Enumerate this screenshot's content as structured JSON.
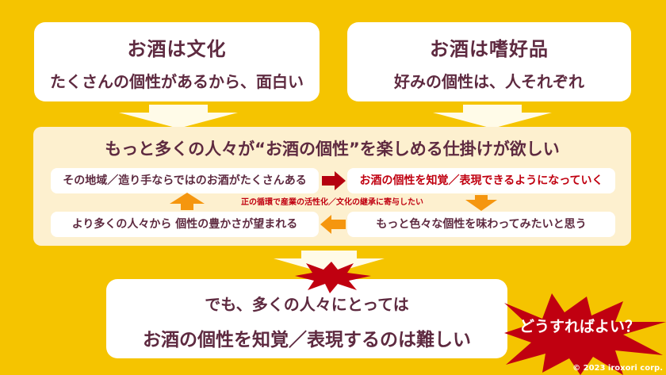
{
  "top_left": {
    "title": "お酒は文化",
    "subtitle": "たくさんの個性があるから、面白い"
  },
  "top_right": {
    "title": "お酒は嗜好品",
    "subtitle": "好みの個性は、人それぞれ"
  },
  "panel": {
    "title": "もっと多くの人々が“お酒の個性”を楽しめる仕掛けが欲しい",
    "cycle": [
      {
        "label": "その地域／造り手ならではのお酒がたくさんある"
      },
      {
        "label": "お酒の個性を知覚／表現できるようになっていく"
      },
      {
        "label": "もっと色々な個性を味わってみたいと思う"
      },
      {
        "label": "より多くの人々から 個性の豊かさが望まれる"
      }
    ],
    "cycle_note": "正の循環で産業の活性化／文化の継承に寄与したい"
  },
  "bottom": {
    "line1": "でも、多くの人々にとっては",
    "line2": "お酒の個性を知覚／表現するのは難しい"
  },
  "burst": {
    "text": "どうすればよい？"
  },
  "footer": {
    "copyright": "© 2023 iroxori corp."
  },
  "colors": {
    "background": "#f5c400",
    "text": "#5e2a40",
    "accent_red": "#c00010",
    "arrow_orange": "#f5960f",
    "panel_bg": "#fdf0cf"
  }
}
